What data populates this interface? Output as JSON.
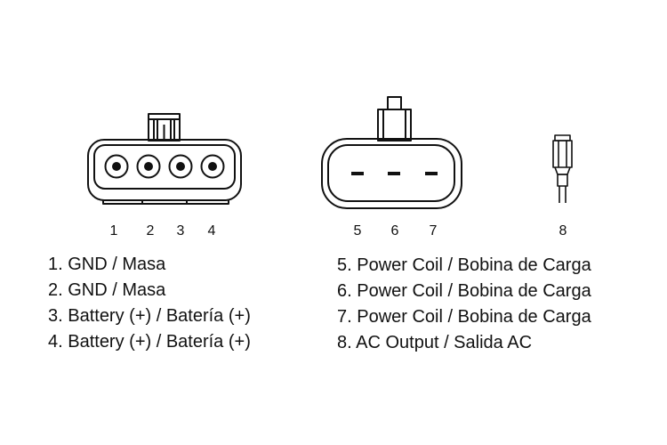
{
  "connectors": {
    "four_pin": {
      "labels": [
        "1",
        "2",
        "3",
        "4"
      ]
    },
    "three_pin": {
      "labels": [
        "5",
        "6",
        "7"
      ]
    },
    "single_pin": {
      "labels": [
        "8"
      ]
    }
  },
  "legend": {
    "left": [
      "1. GND / Masa",
      "2. GND / Masa",
      "3. Battery (+) / Batería (+)",
      "4. Battery (+) / Batería (+)"
    ],
    "right": [
      "5. Power Coil / Bobina de Carga",
      "6. Power Coil / Bobina de Carga",
      "7. Power Coil / Bobina de Carga",
      "8. AC Output / Salida AC"
    ]
  }
}
